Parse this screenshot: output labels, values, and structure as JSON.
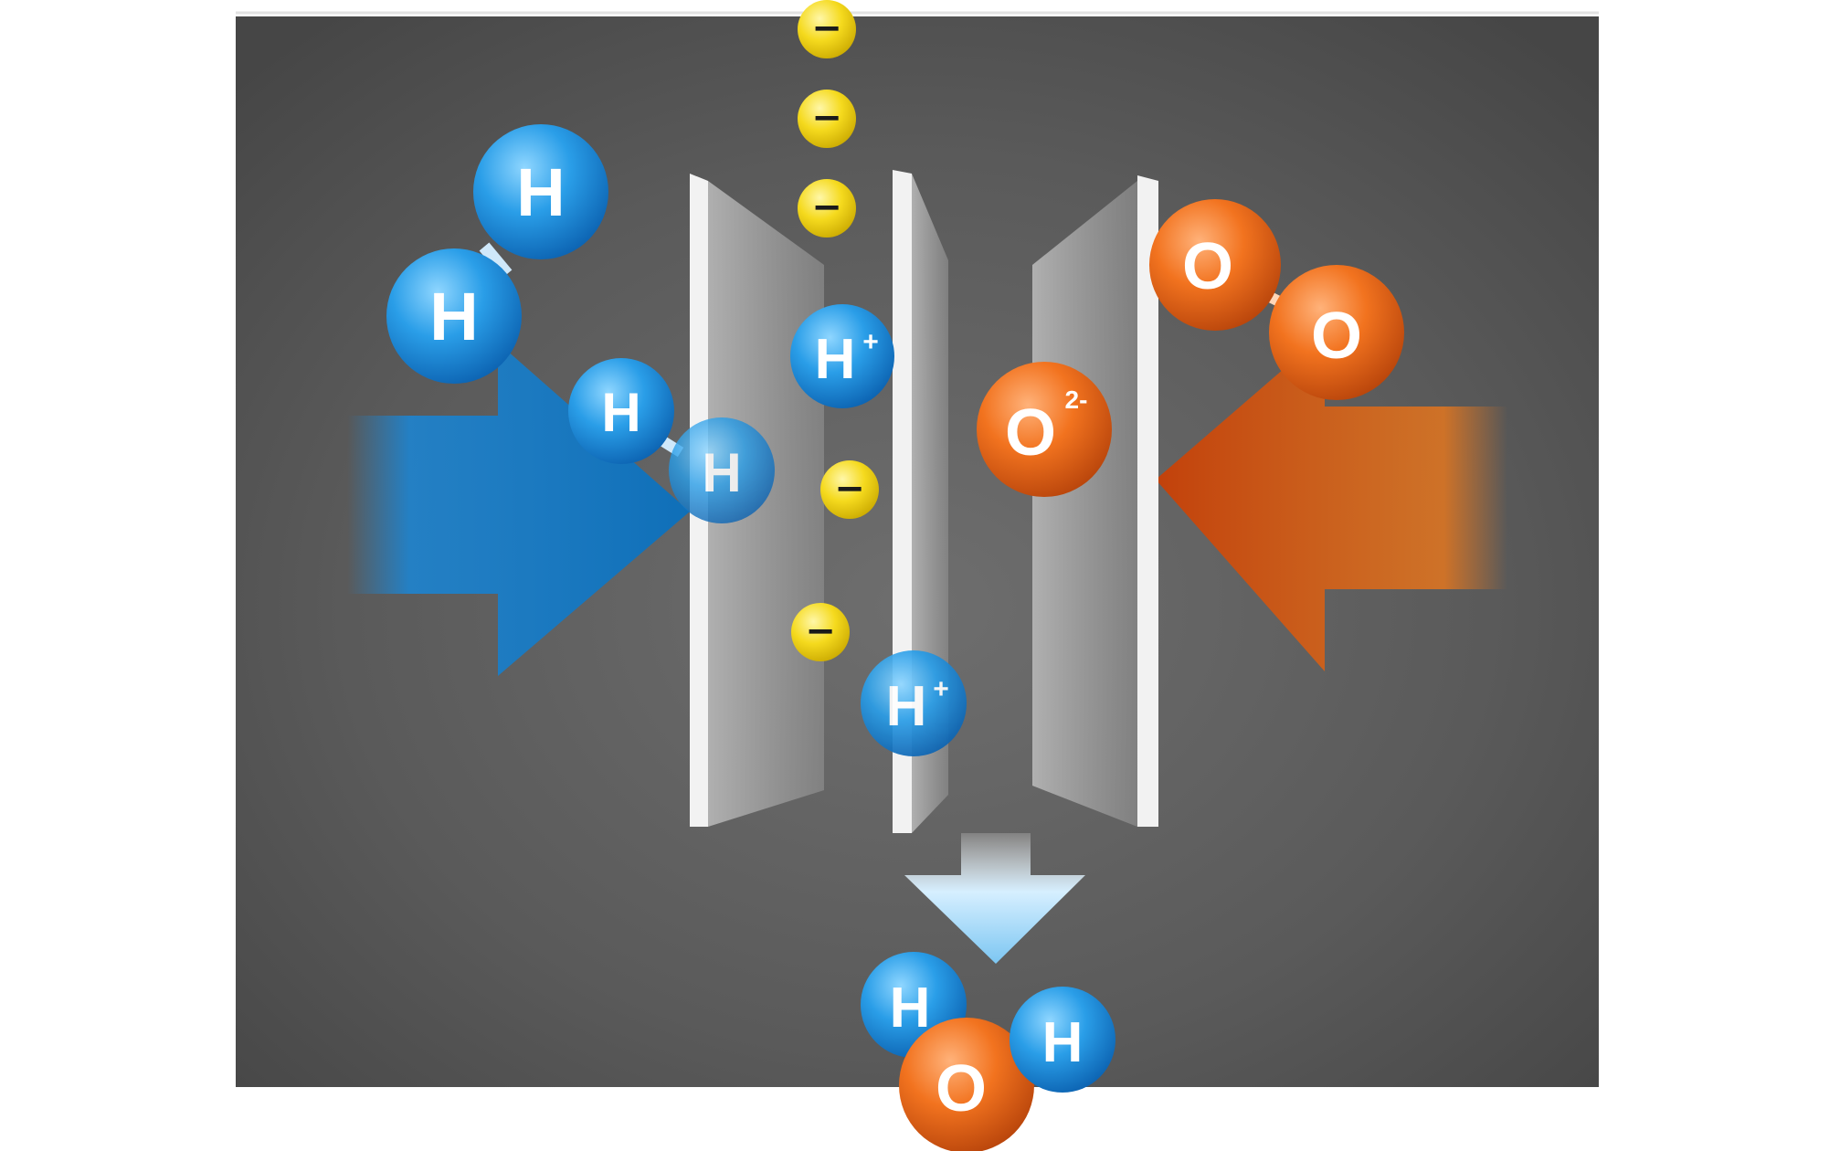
{
  "diagram": {
    "colors": {
      "panel": "#5a5a5a",
      "hydrogen": "#1c8fe0",
      "oxygen": "#ee6a1a",
      "electron": "#f7d81c",
      "membrane": "#dcdcdc",
      "fuel_arrow": "#1580cc",
      "oxidant_arrow": "#d65012",
      "product_arrow": "#a8d8f5"
    },
    "hydrogen_molecule_1": {
      "atoms": [
        "H",
        "H"
      ]
    },
    "hydrogen_molecule_2": {
      "atoms": [
        "H",
        "H"
      ]
    },
    "oxygen_molecule": {
      "atoms": [
        "O",
        "O"
      ]
    },
    "proton_1": {
      "symbol": "H",
      "charge": "+"
    },
    "proton_2": {
      "symbol": "H",
      "charge": "+"
    },
    "oxide_ion": {
      "symbol": "O",
      "charge": "2-"
    },
    "electron_symbol": "−",
    "electron_count": 5,
    "water": {
      "oxygen": "O",
      "hydrogen_1": "H",
      "hydrogen_2": "H"
    }
  }
}
